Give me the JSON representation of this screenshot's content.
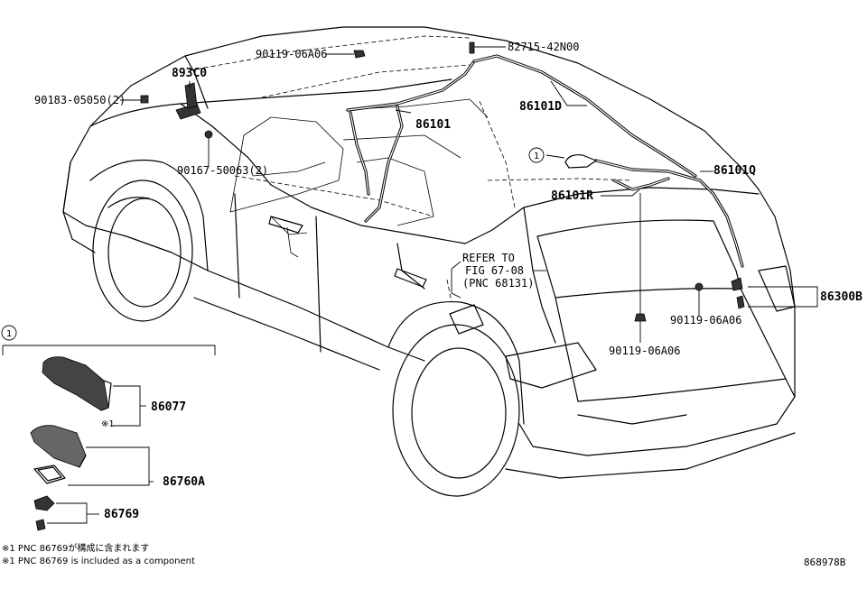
{
  "labels": {
    "p90119_06A06_top": "90119-06A06",
    "p82715": "82715-42N00",
    "p893C0": "893C0",
    "p90183": "90183-05050(2)",
    "p86101": "86101",
    "p86101D": "86101D",
    "p90167": "90167-50063(2)",
    "p86101Q": "86101Q",
    "p86101R": "86101R",
    "refer_line1": "REFER TO",
    "refer_line2": "FIG 67-08",
    "refer_line3": "(PNC 68131)",
    "p86300B": "86300B",
    "p90119_06A06_right": "90119-06A06",
    "p90119_06A06_bottom": "90119-06A06",
    "p86077": "86077",
    "p86760A": "86760A",
    "p86769": "86769",
    "footnote_mark": "※1",
    "callout_number": "1"
  },
  "notes": {
    "jp": "※1 PNC 86769が構成に含まれます",
    "en": "※1 PNC 86769 is included as a component"
  },
  "figure_id": "868978B"
}
